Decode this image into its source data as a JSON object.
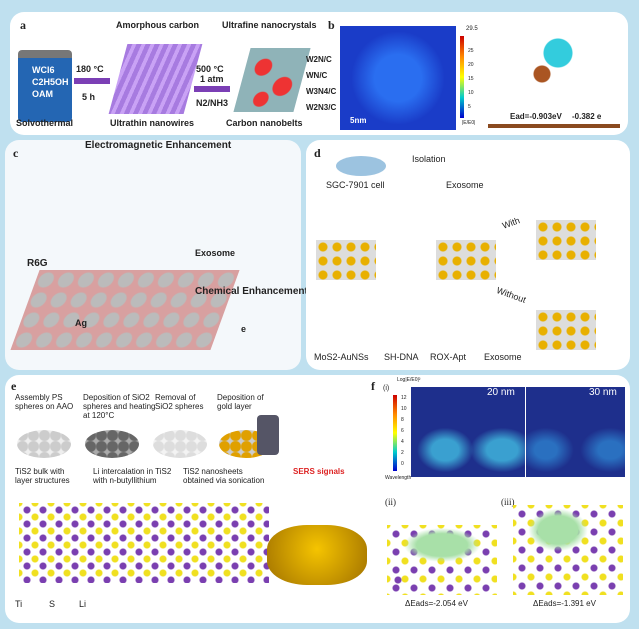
{
  "colors": {
    "background": "#bfe0ef",
    "panel": "#ffffff",
    "accent_purple": "#7b3fb5",
    "heatmap_blue": "#1a3cc8"
  },
  "panel_a": {
    "label": "a",
    "vial": [
      "WCl6",
      "C2H5OH",
      "OAM"
    ],
    "solvothermal": "Solvothermal",
    "step1_temp": "180 °C",
    "step1_time": "5 h",
    "amorphous_carbon": "Amorphous carbon",
    "ultrathin_nanowires": "Ultrathin nanowires",
    "step2_temp": "500 °C",
    "step2_pressure": "1 atm",
    "step2_gas": "N2/NH3",
    "ultrafine": "Ultrafine nanocrystals",
    "carbon_nanobelts": "Carbon nanobelts",
    "products": [
      "W2N/C",
      "WN/C",
      "W3N4/C",
      "W2N3/C"
    ]
  },
  "panel_b": {
    "label": "b",
    "scale_bar": "5nm",
    "colorbar_max": "29.5",
    "colorbar_ticks": [
      "25",
      "20",
      "15",
      "10",
      "5"
    ],
    "colorbar_label": "|E/E0|",
    "ead": "Ead=-0.903eV",
    "charge": "-0.382 e"
  },
  "panel_c": {
    "label": "c",
    "em": "Electromagnetic Enhancement",
    "r6g": "R6G",
    "exosome": "Exosome",
    "ag": "Ag",
    "chem": "Chemical Enhancement",
    "e": "e"
  },
  "panel_d": {
    "label": "d",
    "cell": "SGC-7901 cell",
    "isolation": "Isolation",
    "exosome": "Exosome",
    "with": "With",
    "without": "Without",
    "legend": [
      "MoS2-AuNSs",
      "SH-DNA",
      "ROX-Apt",
      "Exosome"
    ]
  },
  "panel_e": {
    "label": "e",
    "steps": [
      "Assembly PS spheres on AAO",
      "Deposition of SiO2 spheres and heating at 120°C",
      "Removal of SiO2 spheres",
      "Deposition of gold layer"
    ],
    "tis2": [
      "TiS2 bulk with layer structures",
      "Li intercalation in TiS2 with n-butyllithium",
      "TiS2 nanosheets obtained via sonication"
    ],
    "sers": "SERS signals",
    "legend": [
      "Ti",
      "S",
      "Li"
    ]
  },
  "panel_f": {
    "label": "f",
    "sub_i": "(i)",
    "cb_label": "Log|E/E0|²",
    "cb_ticks": [
      "12",
      "10",
      "8",
      "6",
      "4",
      "2",
      "0"
    ],
    "wavelength": "Wavelength",
    "nm20": "20 nm",
    "nm30": "30 nm",
    "sub_ii": "(ii)",
    "sub_iii": "(iii)",
    "e_ii": "ΔEads=-2.054 eV",
    "e_iii": "ΔEads=-1.391 eV"
  }
}
